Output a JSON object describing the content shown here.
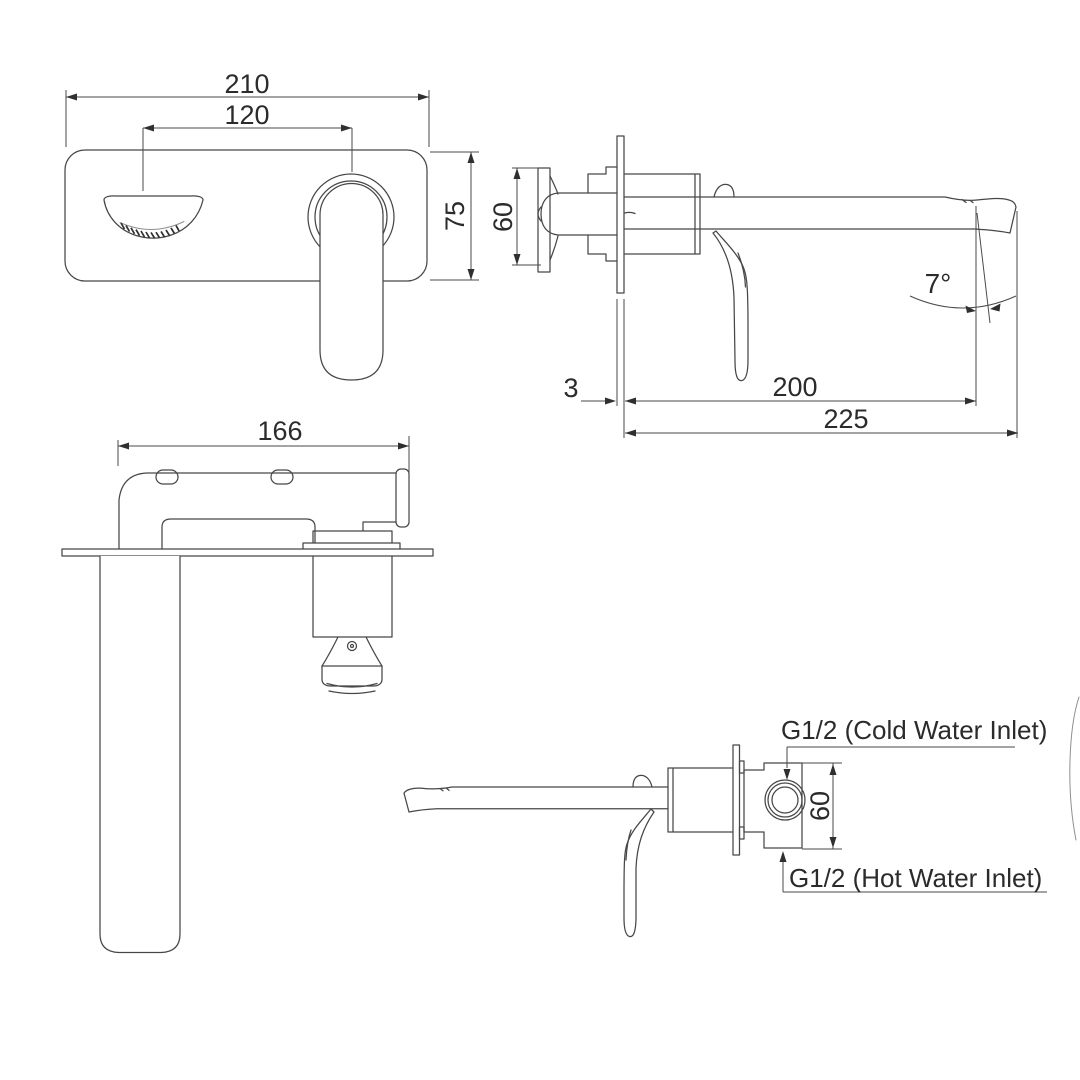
{
  "drawing": {
    "type": "technical-dimension-drawing",
    "subject": "wall-mounted basin mixer tap",
    "colors": {
      "background": "#ffffff",
      "line": "#474747",
      "text": "#2b2b2b"
    }
  },
  "views": {
    "front": {
      "dims": {
        "overall_width": "210",
        "center_spacing": "120",
        "plate_height": "75"
      }
    },
    "side": {
      "dims": {
        "rough_in_depth": "60",
        "plate_thickness": "3",
        "spout_reach": "200",
        "overall_reach": "225",
        "spout_angle": "7°"
      }
    },
    "plan": {
      "dims": {
        "body_length": "166"
      }
    },
    "connections": {
      "dims": {
        "inlet_spacing": "60"
      },
      "labels": {
        "cold_inlet": "G1/2 (Cold Water Inlet)",
        "hot_inlet": "G1/2 (Hot Water Inlet)"
      }
    }
  }
}
